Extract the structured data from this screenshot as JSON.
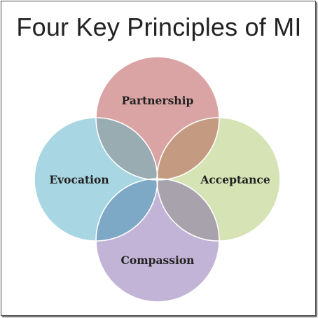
{
  "title": "Four Key Principles of MI",
  "principles": [
    {
      "name": "Partnership",
      "color": "#dba4a4"
    },
    {
      "name": "Acceptance",
      "color": "#d6e3b4"
    },
    {
      "name": "Compassion",
      "color": "#c2b4d6"
    },
    {
      "name": "Evocation",
      "color": "#a8d6e2"
    }
  ],
  "overlap_colors": {
    "partnership_evocation": "#98acb2",
    "partnership_acceptance": "#c49a80",
    "compassion_evocation": "#7ea9c6",
    "compassion_acceptance": "#a8a2ad",
    "center": "#a48aa6"
  }
}
